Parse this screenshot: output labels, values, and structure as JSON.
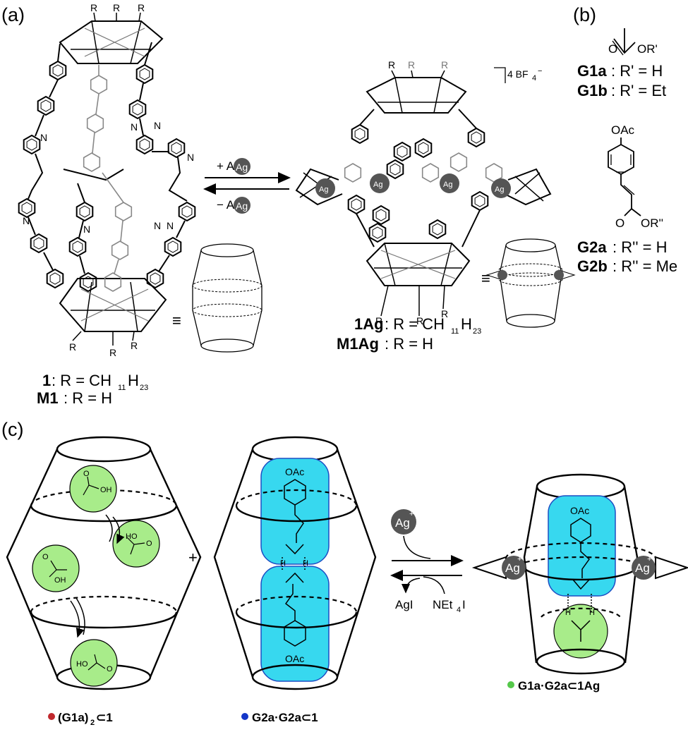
{
  "panels": {
    "a": "(a)",
    "b": "(b)",
    "c": "(c)"
  },
  "panel_a": {
    "r_label": "R",
    "atom_n": "N",
    "plus_ag": "+ Ag",
    "minus_ag": "− Ag",
    "ag_plus": "+",
    "ag": "Ag",
    "counterion": "4 BF",
    "counterion_sub": "4",
    "counterion_charge": "−",
    "equiv": "≡",
    "cpd1_name": "1",
    "cpd1_def": ": R = CH",
    "cpd1_sub1": "11",
    "cpd1_h": "H",
    "cpd1_sub2": "23",
    "m1_name": "M1",
    "m1_def": ": R = H",
    "cpd1ag_name": "1Ag",
    "cpd1ag_def": ": R = CH",
    "m1ag_name": "M1Ag",
    "m1ag_def": ": R = H"
  },
  "panel_b": {
    "g1_substituent": "OR'",
    "g1a_name": "G1a",
    "g1a_def": ": R' = H",
    "g1b_name": "G1b",
    "g1b_def": ": R' = Et",
    "g2_top": "OAc",
    "g2_substituent": "OR''",
    "g2a_name": "G2a",
    "g2a_def": ": R'' = H",
    "g2b_name": "G2b",
    "g2b_def": ": R'' = Me"
  },
  "panel_c": {
    "plus": "+",
    "ag": "Ag",
    "ag_plus": "+",
    "agi": "AgI",
    "net4i": "NEt",
    "net4i_sub": "4",
    "net4i_end": "I",
    "oac": "OAc",
    "oh": "OH",
    "ho": "HO",
    "o": "O",
    "h": "H",
    "caption1_a": "(G1a)",
    "caption1_sub": "2",
    "caption1_b": "⊂1",
    "caption2": "G2a·G2a⊂1",
    "caption3": "G1a·G2a⊂1Ag",
    "dot_colors": {
      "c1": "#c0282d",
      "c2": "#1336c8",
      "c3": "#55c84a"
    },
    "green_fill": "#a8ec8a",
    "cyan_fill": "#37d8ef"
  }
}
